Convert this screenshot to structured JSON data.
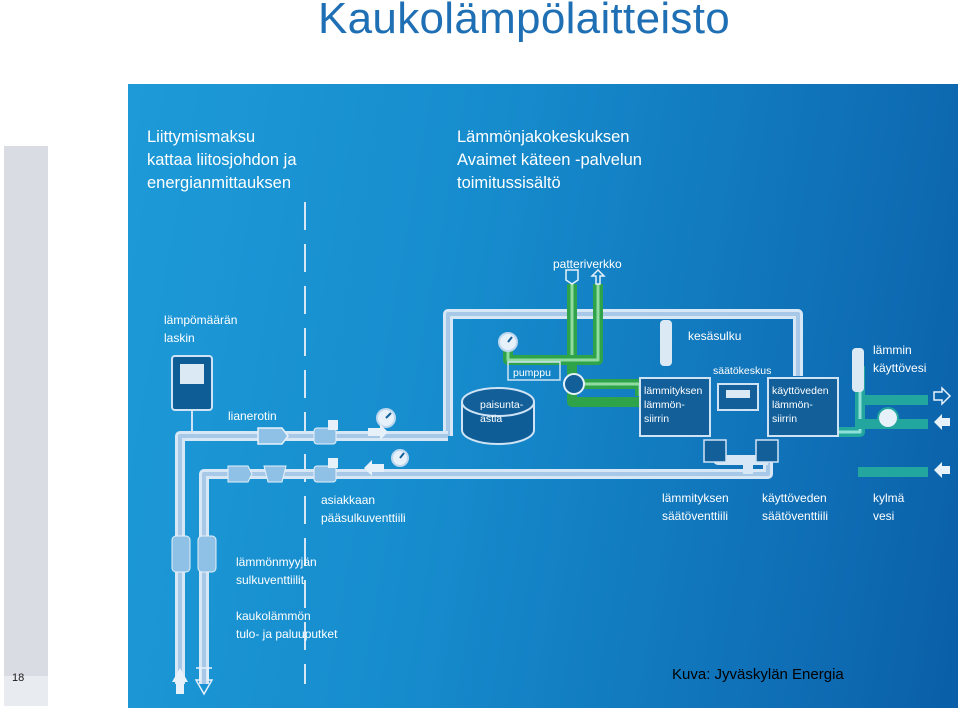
{
  "title": "Kaukolämpölaitteisto",
  "page_number": "18",
  "caption": "Kuva: Jyväskylän Energia",
  "colors": {
    "title": "#1f6fb5",
    "panel_start": "#1e9ad8",
    "panel_end": "#0a5fa7",
    "pipe_light": "#d8e7f5",
    "pipe_green": "#2fa34a",
    "pipe_teal": "#22a69e"
  },
  "diagram": {
    "heading_left": [
      "Liittymismaksu",
      "kattaa liitosjohdon ja",
      "energianmittauksen"
    ],
    "heading_right": [
      "Lämmönjakokeskuksen",
      "Avaimet käteen -palvelun",
      "toimitussisältö"
    ],
    "labels": {
      "patteriverkko": "patteriverkko",
      "lampomaaran": [
        "lämpömäärän",
        "laskin"
      ],
      "kesasulku": "kesäsulku",
      "saatokeskus": "säätökeskus",
      "lammin_kayttovesi": [
        "lämmin",
        "käyttövesi"
      ],
      "pumppu": "pumppu",
      "paisunta": [
        "paisunta-",
        "astia"
      ],
      "lianerotin": "lianerotin",
      "lammityksen_siirrin": [
        "lämmityksen",
        "lämmön-",
        "siirrin"
      ],
      "kayttoveden_siirrin": [
        "käyttöveden",
        "lämmön-",
        "siirrin"
      ],
      "asiakkaan": [
        "asiakkaan",
        "pääsulkuventtiili"
      ],
      "lammityksen_saato": [
        "lämmityksen",
        "säätöventtiili"
      ],
      "kayttoveden_saato": [
        "käyttöveden",
        "säätöventtiili"
      ],
      "kylma_vesi": [
        "kylmä",
        "vesi"
      ],
      "lammonmyyjan": [
        "lämmönmyyjän",
        "sulkuventtiilit"
      ],
      "kaukolammon": [
        "kaukolämmön",
        "tulo- ja paluuputket"
      ]
    }
  }
}
